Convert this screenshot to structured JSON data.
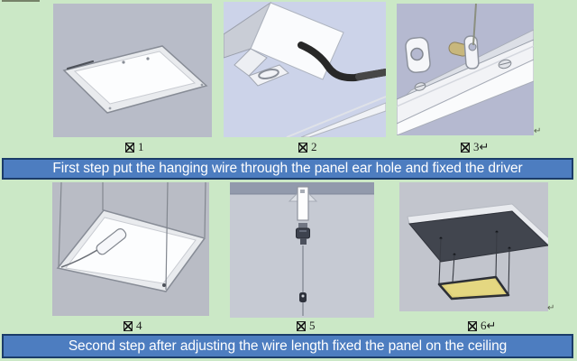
{
  "captions": {
    "step1": "First step put the hanging wire through the panel ear hole and fixed the driver",
    "step2": "Second step after adjusting the wire length fixed the panel on the ceiling"
  },
  "figures": [
    {
      "label": "图 1",
      "glyph": "图",
      "num": "1",
      "drawing": "flat-led-panel"
    },
    {
      "label": "图 2",
      "glyph": "图",
      "num": "2",
      "drawing": "driver-box-with-cable"
    },
    {
      "label": "图 3↵",
      "glyph": "图",
      "num": "3↵",
      "drawing": "panel-corner-ear-hole-with-hanging-wire"
    },
    {
      "label": "图 4",
      "glyph": "图",
      "num": "4",
      "drawing": "panel-hanging-on-four-wires"
    },
    {
      "label": "图 5",
      "glyph": "图",
      "num": "5",
      "drawing": "ceiling-anchor-and-wire-adjuster"
    },
    {
      "label": "图 6↵",
      "glyph": "图",
      "num": "6↵",
      "drawing": "panel-installed-under-ceiling"
    }
  ],
  "marks": {
    "return_mark": "↵"
  },
  "colors": {
    "page_background": "#cbe8c6",
    "caption_bar_fill": "#4d7dc0",
    "caption_bar_border": "#1b3c69",
    "caption_text": "#ffffff",
    "figure1_background": "#b8bcc8",
    "figure2_background": "#ccd3e9",
    "figure3_background": "#b5b9d0",
    "figure4_background": "#b9bcc5",
    "figure5_background": "#c6cad3",
    "figure6_background": "#c2c5cd",
    "panel_glow_yellow": "#ddcf78",
    "cable_black": "#282828"
  }
}
